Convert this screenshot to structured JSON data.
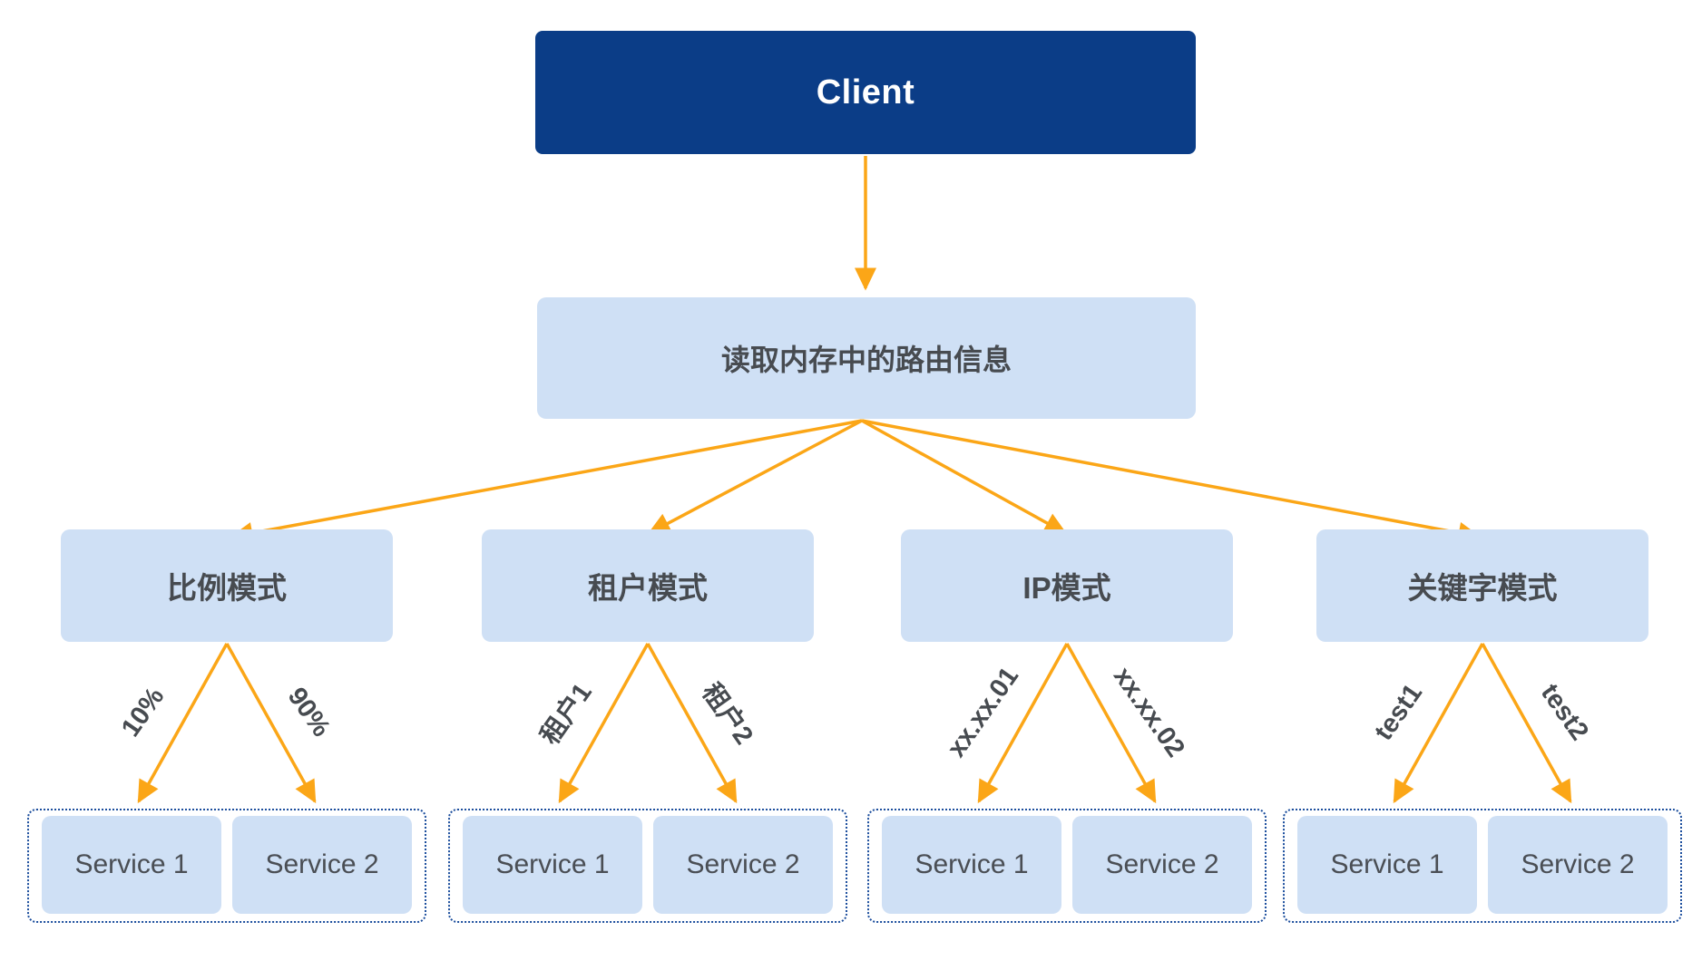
{
  "diagram": {
    "title_node": {
      "label": "Client"
    },
    "router_node": {
      "label": "读取内存中的路由信息"
    },
    "modes": [
      {
        "label": "比例模式",
        "edge_labels": [
          "10%",
          "90%"
        ],
        "services": [
          "Service 1",
          "Service 2"
        ]
      },
      {
        "label": "租户模式",
        "edge_labels": [
          "租户1",
          "租户2"
        ],
        "services": [
          "Service 1",
          "Service 2"
        ]
      },
      {
        "label": "IP模式",
        "edge_labels": [
          "xx.xx.01",
          "xx.xx.02"
        ],
        "services": [
          "Service 1",
          "Service 2"
        ]
      },
      {
        "label": "关键字模式",
        "edge_labels": [
          "test1",
          "test2"
        ],
        "services": [
          "Service 1",
          "Service 2"
        ]
      }
    ],
    "colors": {
      "client_bg": "#0b3d87",
      "client_text": "#ffffff",
      "node_bg": "#cfe0f5",
      "node_text": "#474b50",
      "arrow": "#fba617",
      "dotted_border": "#1c4e9d"
    }
  }
}
